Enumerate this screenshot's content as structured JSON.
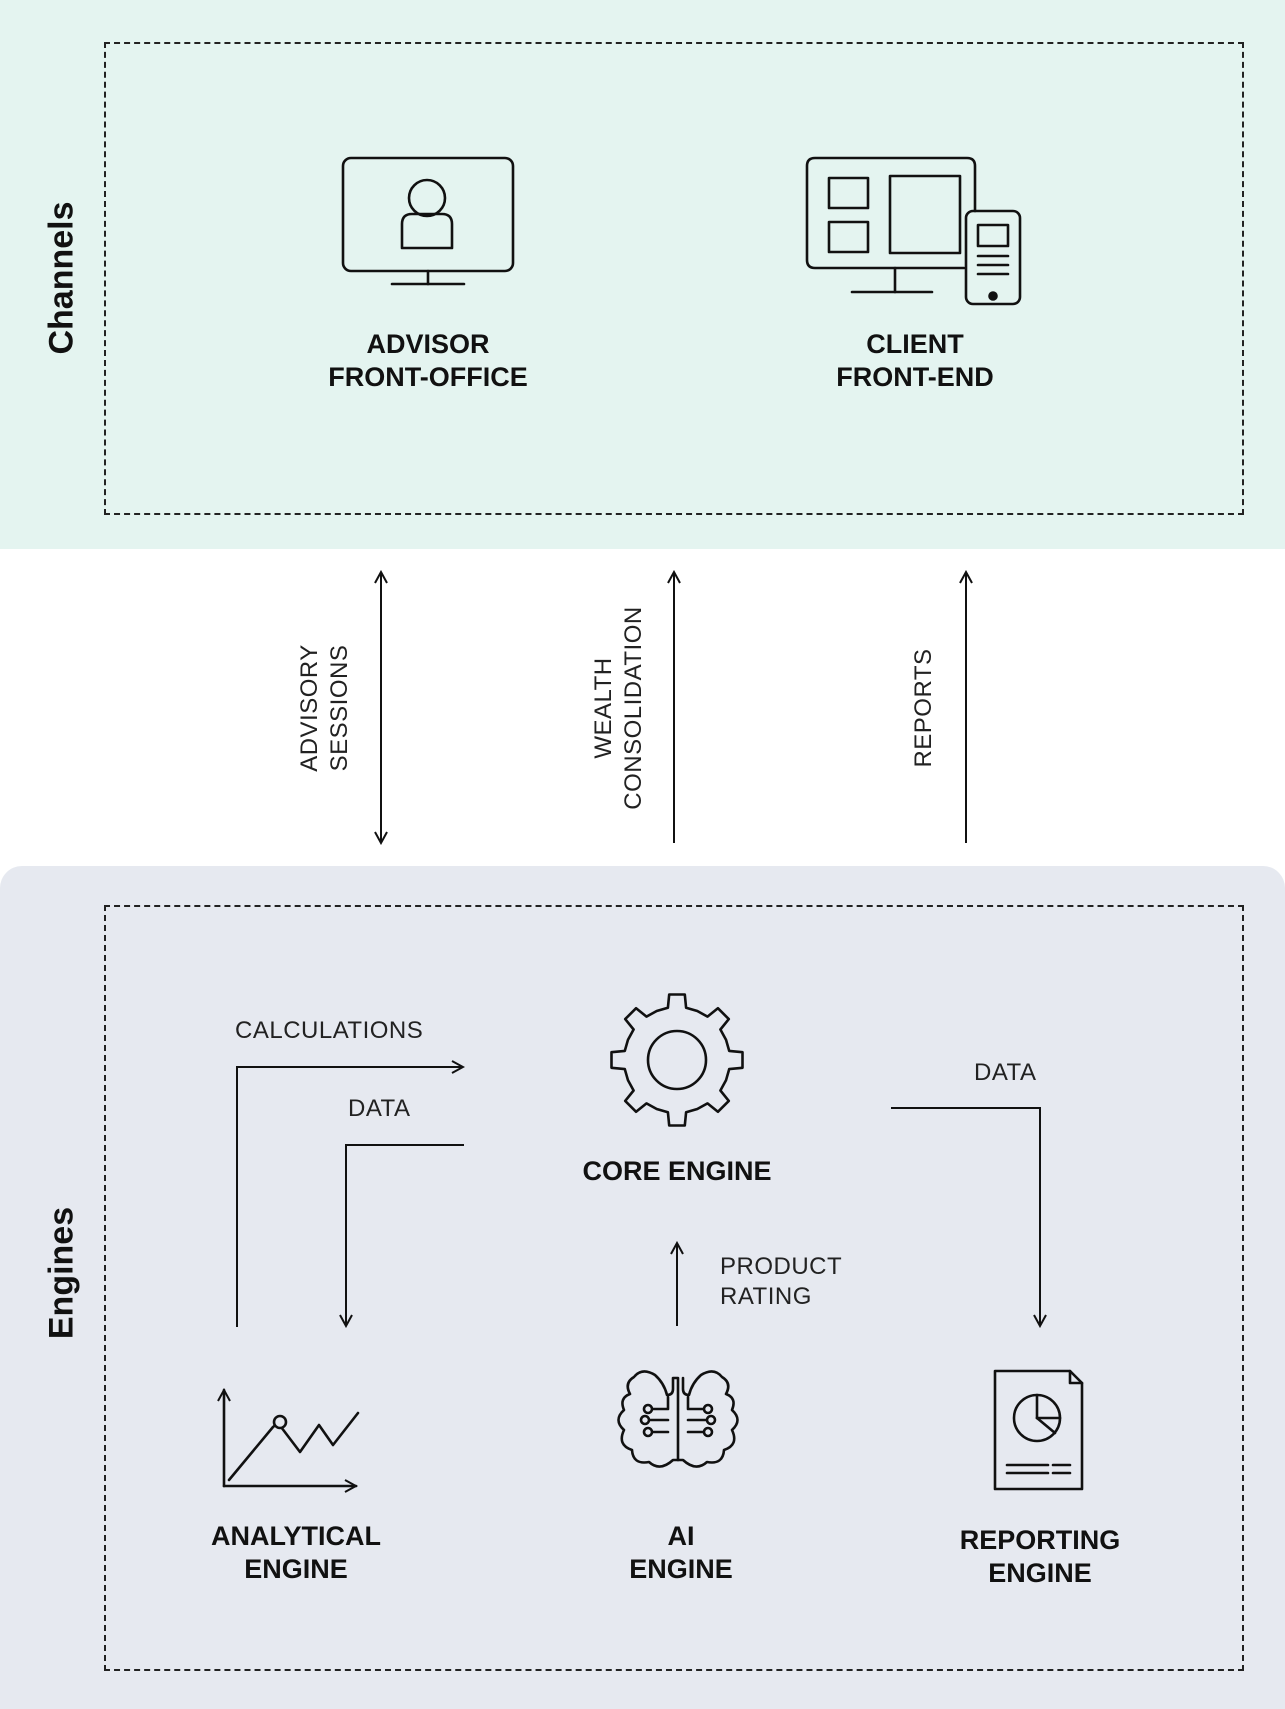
{
  "sections": {
    "channels": "Channels",
    "engines": "Engines"
  },
  "nodes": {
    "advisor": {
      "line1": "ADVISOR",
      "line2": "FRONT-OFFICE",
      "icon": "monitor-user-icon"
    },
    "client": {
      "line1": "CLIENT",
      "line2": "FRONT-END",
      "icon": "desktop-mobile-icon"
    },
    "core": {
      "line1": "CORE ENGINE",
      "icon": "gear-icon"
    },
    "analytical": {
      "line1": "ANALYTICAL",
      "line2": "ENGINE",
      "icon": "line-chart-icon"
    },
    "ai": {
      "line1": "AI",
      "line2": "ENGINE",
      "icon": "brain-circuit-icon"
    },
    "reporting": {
      "line1": "REPORTING",
      "line2": "ENGINE",
      "icon": "pie-chart-document-icon"
    }
  },
  "flows": {
    "advisory": {
      "line1": "ADVISORY",
      "line2": "SESSIONS"
    },
    "wealth": {
      "line1": "WEALTH",
      "line2": "CONSOLIDATION"
    },
    "reports": {
      "line1": "REPORTS"
    },
    "calculations": "CALCULATIONS",
    "data_core_to_analytical": "DATA",
    "data_core_to_reporting": "DATA",
    "product_rating": {
      "line1": "PRODUCT",
      "line2": "RATING"
    }
  },
  "colors": {
    "channels_background": "#e4f4f0",
    "engines_background": "#e6e9f0",
    "stroke": "#111111"
  }
}
